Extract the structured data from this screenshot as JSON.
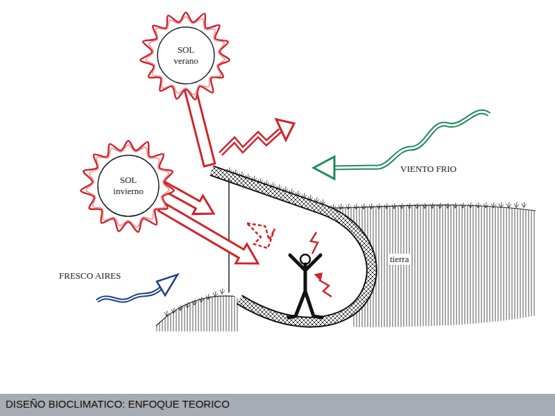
{
  "diagram": {
    "caption": "DISEÑO BIOCLIMATICO: ENFOQUE TEORICO",
    "nodes": [
      {
        "text": [
          "SOL verano"
        ]
      },
      {
        "text": [
          "SOL invierno"
        ]
      }
    ],
    "labels": [
      "VIENTO FRIO",
      "tierra",
      "FRESCO AIRES"
    ]
  }
}
